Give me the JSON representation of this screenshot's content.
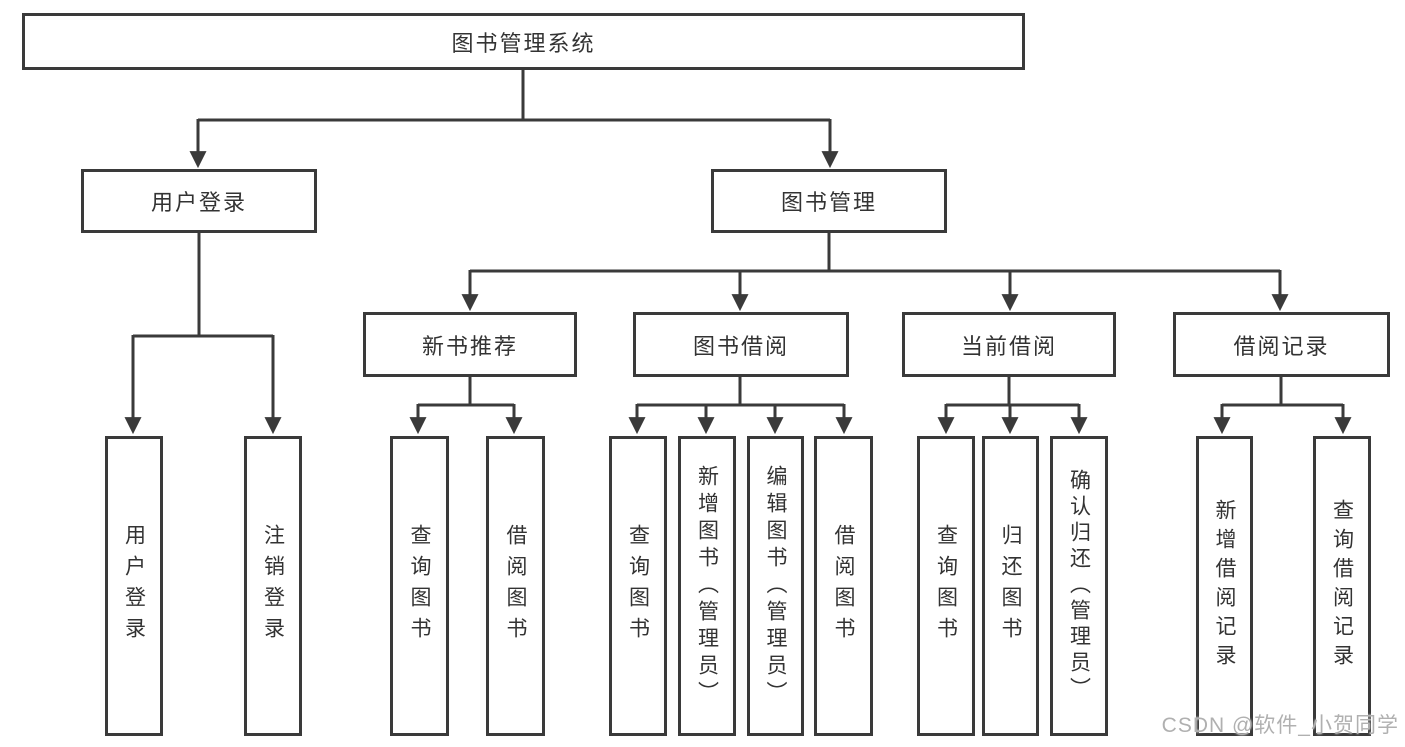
{
  "diagram": {
    "title": "图书管理系统",
    "level1": [
      {
        "label": "用户登录"
      },
      {
        "label": "图书管理"
      }
    ],
    "level2": [
      {
        "label": "新书推荐"
      },
      {
        "label": "图书借阅"
      },
      {
        "label": "当前借阅"
      },
      {
        "label": "借阅记录"
      }
    ],
    "leaves": [
      [
        {
          "label": "用户登录"
        },
        {
          "label": "注销登录"
        }
      ],
      [
        {
          "label": "查询图书"
        },
        {
          "label": "借阅图书"
        }
      ],
      [
        {
          "label": "查询图书"
        },
        {
          "label": "新增图书（管理员）"
        },
        {
          "label": "编辑图书（管理员）"
        },
        {
          "label": "借阅图书"
        }
      ],
      [
        {
          "label": "查询图书"
        },
        {
          "label": "归还图书"
        },
        {
          "label": "确认归还（管理员）"
        }
      ],
      [
        {
          "label": "新增借阅记录"
        },
        {
          "label": "查询借阅记录"
        }
      ]
    ],
    "colors": {
      "line": "#3a3a3a",
      "text": "#333333",
      "background": "#ffffff",
      "watermark": "#b0b0b0"
    }
  },
  "watermark": {
    "text": "CSDN @软件_小贺同学"
  }
}
